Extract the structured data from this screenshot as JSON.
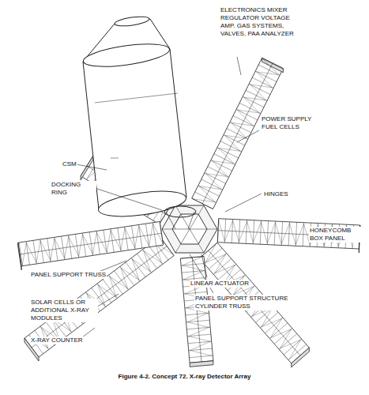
{
  "diagram": {
    "caption": "Figure 4-2. Concept 72. X-ray Detector Array",
    "labels": [
      "ELECTRONICS MIXER REGULATOR VOLTAGE AMP. GAS SYSTEMS, VALVES, PAA ANALYZER",
      "CSM",
      "POWER SUPPLY FUEL CELLS",
      "DOCKING RING",
      "HINGES",
      "HONEYCOMB BOX PANEL",
      "PANEL SUPPORT TRUSS",
      "LINEAR ACTUATOR",
      "SOLAR CELLS OR ADDITIONAL X-RAY MODULES",
      "PANEL SUPPORT STRUCTURE CYLINDER TRUSS",
      "X-RAY COUNTER"
    ]
  }
}
